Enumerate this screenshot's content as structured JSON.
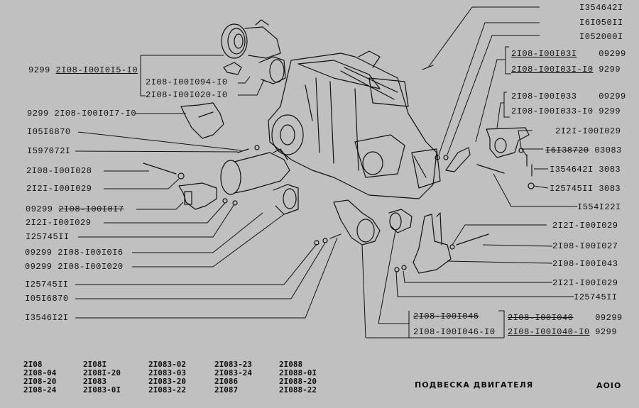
{
  "diagram": {
    "title": "ПОДВЕСКА ДВИГАТЕЛЯ",
    "sheet_code": "AOIO",
    "colors": {
      "background": "#c0c0c0",
      "ink": "#111111"
    }
  },
  "left_callouts": [
    {
      "prefix": "9299",
      "part": "2I08-I00I0I5-I0",
      "style": "underline"
    },
    {
      "prefix": "",
      "part": "2I08-I00I094-I0",
      "style": "normal"
    },
    {
      "prefix": "",
      "part": "2I08-I00I020-I0",
      "style": "normal"
    },
    {
      "prefix": "9299",
      "part": "2I08-I00I0I7-I0",
      "style": "normal"
    },
    {
      "prefix": "",
      "part": "I05I6870",
      "style": "normal"
    },
    {
      "prefix": "",
      "part": "I597072I",
      "style": "normal"
    },
    {
      "prefix": "",
      "part": "2I08-I00I028",
      "style": "normal"
    },
    {
      "prefix": "",
      "part": "2I2I-I00I029",
      "style": "normal"
    },
    {
      "prefix": "09299",
      "part": "2I08-I00I0I7",
      "style": "strike"
    },
    {
      "prefix": "",
      "part": "2I2I-I00I029",
      "style": "normal"
    },
    {
      "prefix": "",
      "part": "I25745II",
      "style": "normal"
    },
    {
      "prefix": "09299",
      "part": "2I08-I00I0I6",
      "style": "normal"
    },
    {
      "prefix": "09299",
      "part": "2I08-I00I020",
      "style": "normal"
    },
    {
      "prefix": "",
      "part": "I25745II",
      "style": "normal"
    },
    {
      "prefix": "",
      "part": "I05I6870",
      "style": "normal"
    },
    {
      "prefix": "",
      "part": "I3546I2I",
      "style": "normal"
    }
  ],
  "right_callouts": [
    {
      "part": "I354642I",
      "suffix": "",
      "style": "normal"
    },
    {
      "part": "I6I050II",
      "suffix": "",
      "style": "normal"
    },
    {
      "part": "I052000I",
      "suffix": "",
      "style": "normal"
    },
    {
      "part": "2I08-I00I03I",
      "suffix": "09299",
      "style": "underline"
    },
    {
      "part": "2I08-I00I03I-I0",
      "suffix": "9299",
      "style": "underline"
    },
    {
      "part": "2I08-I00I033",
      "suffix": "09299",
      "style": "normal"
    },
    {
      "part": "2I08-I00I033-I0",
      "suffix": "9299",
      "style": "normal"
    },
    {
      "part": "2I2I-I00I029",
      "suffix": "",
      "style": "normal"
    },
    {
      "part": "I6I38720",
      "suffix": "03083",
      "style": "strike"
    },
    {
      "part": "I354642I",
      "suffix": "3083",
      "style": "normal"
    },
    {
      "part": "I25745II",
      "suffix": "3083",
      "style": "normal"
    },
    {
      "part": "I554I22I",
      "suffix": "",
      "style": "normal"
    },
    {
      "part": "2I2I-I00I029",
      "suffix": "",
      "style": "normal"
    },
    {
      "part": "2I08-I00I027",
      "suffix": "",
      "style": "normal"
    },
    {
      "part": "2I08-I00I043",
      "suffix": "",
      "style": "normal"
    },
    {
      "part": "2I2I-I00I029",
      "suffix": "",
      "style": "normal"
    },
    {
      "part": "I25745II",
      "suffix": "",
      "style": "normal"
    }
  ],
  "bottom_callouts": [
    {
      "part": "2I08-I00I046",
      "style": "strike"
    },
    {
      "part": "2I08-I00I046-I0",
      "style": "normal"
    },
    {
      "part": "2I08-I00I040",
      "suffix": "09299",
      "style": "strike-underline"
    },
    {
      "part": "2I08-I00I040-I0",
      "suffix": "9299",
      "style": "underline"
    }
  ],
  "models": [
    [
      "2I08",
      "2I08-04",
      "2I08-20",
      "2I08-24"
    ],
    [
      "2I08I",
      "2I08I-20",
      "2I083",
      "2I083-0I"
    ],
    [
      "2I083-02",
      "2I083-03",
      "2I083-20",
      "2I083-22"
    ],
    [
      "2I083-23",
      "2I083-24",
      "2I086",
      "2I087"
    ],
    [
      "2I088",
      "2I088-0I",
      "2I088-20",
      "2I088-22"
    ]
  ]
}
